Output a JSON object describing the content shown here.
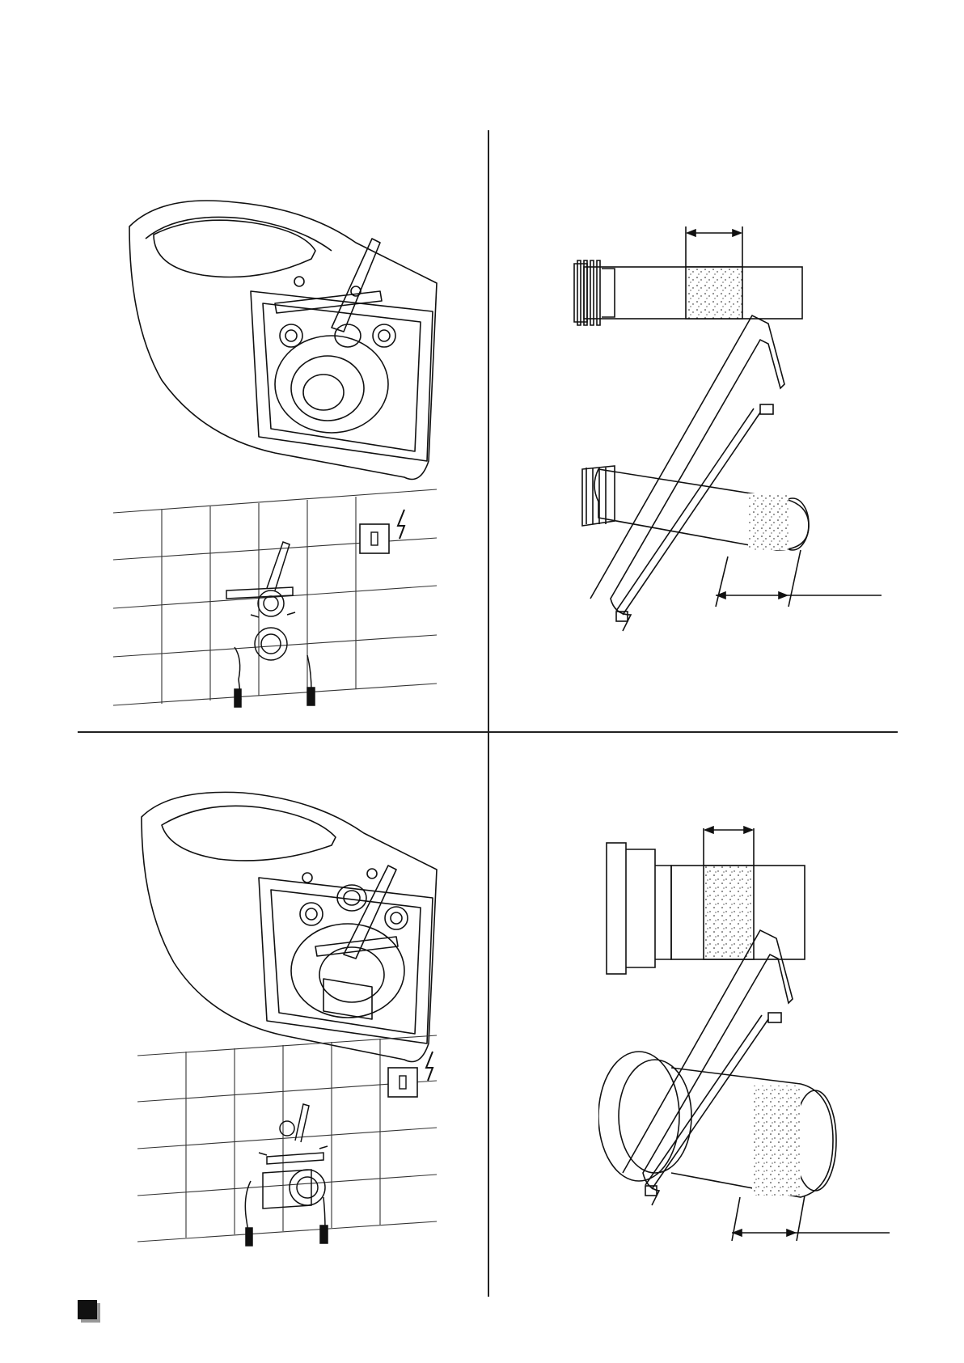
{
  "page": {
    "footer_code": "",
    "panels": [
      {
        "id": "top-left",
        "subject": "toilet-with-outlet-pipe-and-wall"
      },
      {
        "id": "top-right",
        "subject": "pipe-cut-with-hacksaw"
      },
      {
        "id": "bottom-left",
        "subject": "toilet-with-outlet-pipe-and-wall"
      },
      {
        "id": "bottom-right",
        "subject": "connector-cut-with-hacksaw"
      }
    ],
    "icons": [
      "lightning-icon",
      "electrical-outlet-icon",
      "hacksaw-icon",
      "toilet-bowl-icon",
      "section-marker-icon"
    ]
  }
}
